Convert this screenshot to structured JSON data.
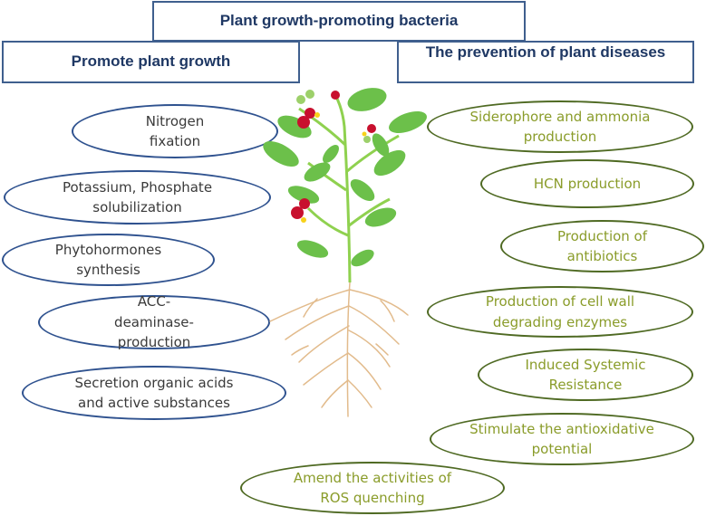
{
  "title": "Plant growth-promoting bacteria",
  "left_header": "Promote plant growth",
  "right_header": "The prevention of plant diseases",
  "left_items": [
    {
      "label": "Nitrogen fixation"
    },
    {
      "label": "Potassium, Phosphate solubilization"
    },
    {
      "label": "Phytohormones synthesis"
    },
    {
      "label": "ACC-deaminase-production"
    },
    {
      "label": "Secretion organic acids and active substances"
    }
  ],
  "right_items": [
    {
      "label": "Siderophore and ammonia production"
    },
    {
      "label": "HCN production"
    },
    {
      "label": "Production of antibiotics"
    },
    {
      "label": "Production of cell wall degrading enzymes"
    },
    {
      "label": "Induced Systemic Resistance"
    },
    {
      "label": "Stimulate the antioxidative potential"
    },
    {
      "label": "Amend the activities of ROS quenching"
    }
  ],
  "colors": {
    "header_border": "#3f5f8e",
    "header_text": "#1f3864",
    "left_ellipse_border": "#2f528f",
    "right_ellipse_border": "#4f6a23",
    "right_ellipse_text": "#8a9c2a",
    "leaf": "#6cc04a",
    "fruit": "#c8102e",
    "root": "#e0b887"
  }
}
